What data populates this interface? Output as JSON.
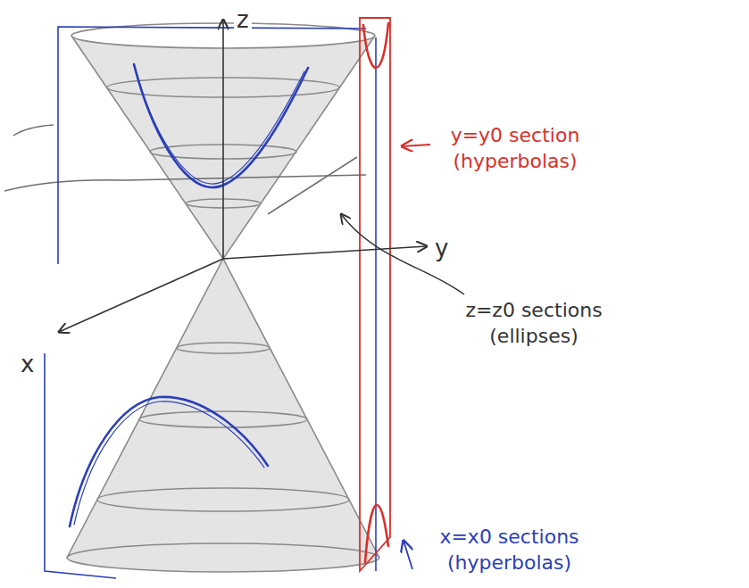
{
  "diagram": {
    "labels": [
      "z",
      "y",
      "x",
      "y=y0 section (hyperbolas)",
      "z=z0 sections (ellipses)",
      "x=x0 sections (hyperbolas)"
    ]
  }
}
